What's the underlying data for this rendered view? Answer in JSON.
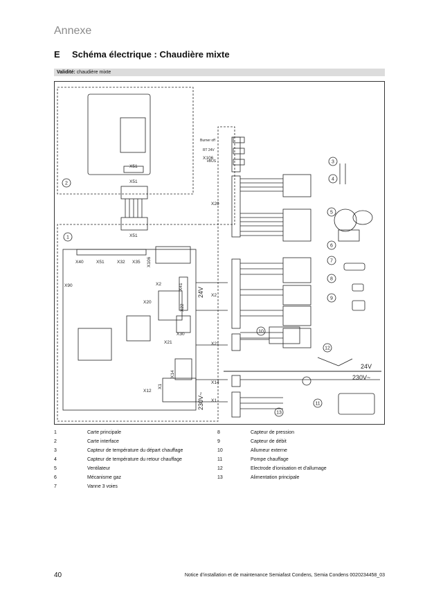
{
  "header": {
    "section": "Annexe"
  },
  "section": {
    "letter": "E",
    "title": "Schéma électrique : Chaudière mixte"
  },
  "validity": {
    "label": "Validité:",
    "value": "chaudière mixte"
  },
  "diagram": {
    "connectors": {
      "x51_top": "X51",
      "x51_mid": "X51",
      "x51_bot": "X51",
      "x40": "X40",
      "x51_board": "X51",
      "x32": "X32",
      "x35": "X35",
      "x106_board": "X106",
      "x90": "X90",
      "x2_board": "X2",
      "x41": "X41",
      "x20_board": "X20",
      "x22": "X22",
      "x30": "X30",
      "x21_board": "X21",
      "x14_board": "X14",
      "x1_board": "X1",
      "x12": "X12",
      "x106": "X106",
      "x20": "X20",
      "x2": "X2",
      "x21": "X21",
      "x14": "X14",
      "x1": "X1"
    },
    "signals": {
      "burner_off": "Burner off",
      "rt24v": "RT 24V",
      "ebus": "eBUS"
    },
    "voltages": {
      "v24_board": "24V",
      "v230_board": "230V~",
      "v24_right": "24V",
      "v230_right": "230V~"
    },
    "callouts": [
      "1",
      "2",
      "3",
      "4",
      "5",
      "6",
      "7",
      "8",
      "9",
      "10",
      "11",
      "12",
      "13"
    ]
  },
  "legend": {
    "left": [
      {
        "num": "1",
        "label": "Carte principale"
      },
      {
        "num": "2",
        "label": "Carte interface"
      },
      {
        "num": "3",
        "label": "Capteur de température du départ chauffage"
      },
      {
        "num": "4",
        "label": "Capteur de température du retour chauffage"
      },
      {
        "num": "5",
        "label": "Ventilateur"
      },
      {
        "num": "6",
        "label": "Mécanisme gaz"
      },
      {
        "num": "7",
        "label": "Vanne 3 voies"
      }
    ],
    "right": [
      {
        "num": "8",
        "label": "Capteur de pression"
      },
      {
        "num": "9",
        "label": "Capteur de débit"
      },
      {
        "num": "10",
        "label": "Allumeur externe"
      },
      {
        "num": "11",
        "label": "Pompe chauffage"
      },
      {
        "num": "12",
        "label": "Electrode d'ionisation et d'allumage"
      },
      {
        "num": "13",
        "label": "Alimentation principale"
      }
    ]
  },
  "footer": {
    "page": "40",
    "doc": "Notice d’installation et de maintenance Semiafast Condens, Semia Condens 0020234458_03"
  }
}
